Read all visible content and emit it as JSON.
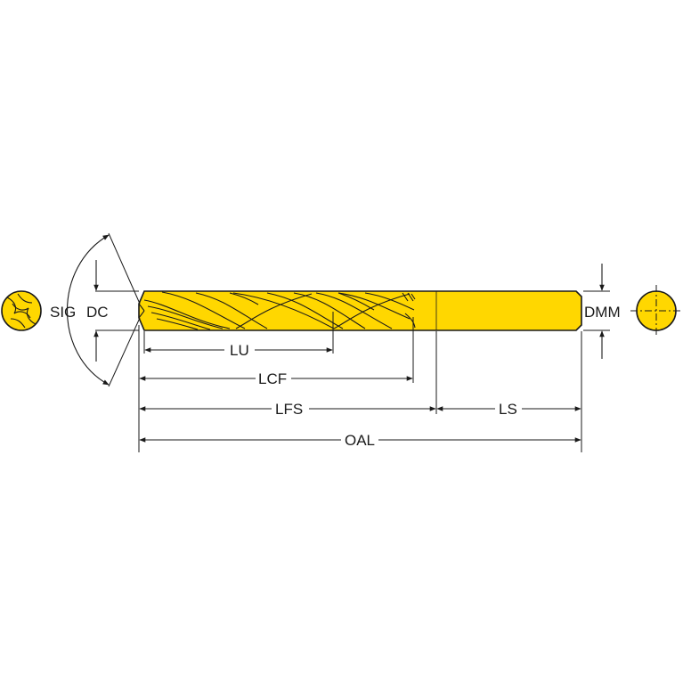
{
  "colors": {
    "tool": "#FFD700",
    "outline": "#1a1a1a",
    "background": "#ffffff"
  },
  "labels": {
    "sig": "SIG",
    "dc": "DC",
    "lu": "LU",
    "lcf": "LCF",
    "lfs": "LFS",
    "ls": "LS",
    "oal": "OAL",
    "dmm": "DMM"
  }
}
